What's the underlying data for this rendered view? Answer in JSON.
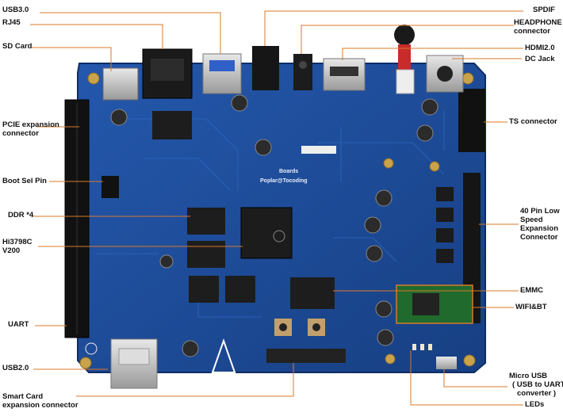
{
  "labels": {
    "usb3": "USB3.0",
    "rj45": "RJ45",
    "sdcard": "SD Card",
    "pcie_1": "PCIE expansion",
    "pcie_2": "connector",
    "bootsel": "Boot  Sel Pin",
    "ddr": "DDR *4",
    "soc_1": "Hi3798C",
    "soc_2": "V200",
    "uart": "UART",
    "usb2": "USB2.0",
    "smartcard_1": "Smart Card",
    "smartcard_2": "expansion connector",
    "spdif": "SPDIF",
    "headphone_1": "HEADPHONE",
    "headphone_2": "connector",
    "hdmi": "HDMI2.0",
    "dcjack": "DC Jack",
    "ts": "TS connector",
    "pin40_1": "40 Pin Low",
    "pin40_2": "Speed",
    "pin40_3": "Expansion",
    "pin40_4": "Connector",
    "emmc": "EMMC",
    "wifi": "WIFI&BT",
    "microusb_1": "Micro USB",
    "microusb_2": "( USB to UART",
    "microusb_3": "converter )",
    "leds": "LEDs"
  },
  "silkscreen": {
    "logo_line1": "Boards",
    "logo_line2": "Poplar@Tocoding"
  },
  "colors": {
    "pcb": "#1f4f9e",
    "pcb_dark": "#173f82",
    "callout_line": "#d9792a",
    "label_text": "#111111"
  }
}
